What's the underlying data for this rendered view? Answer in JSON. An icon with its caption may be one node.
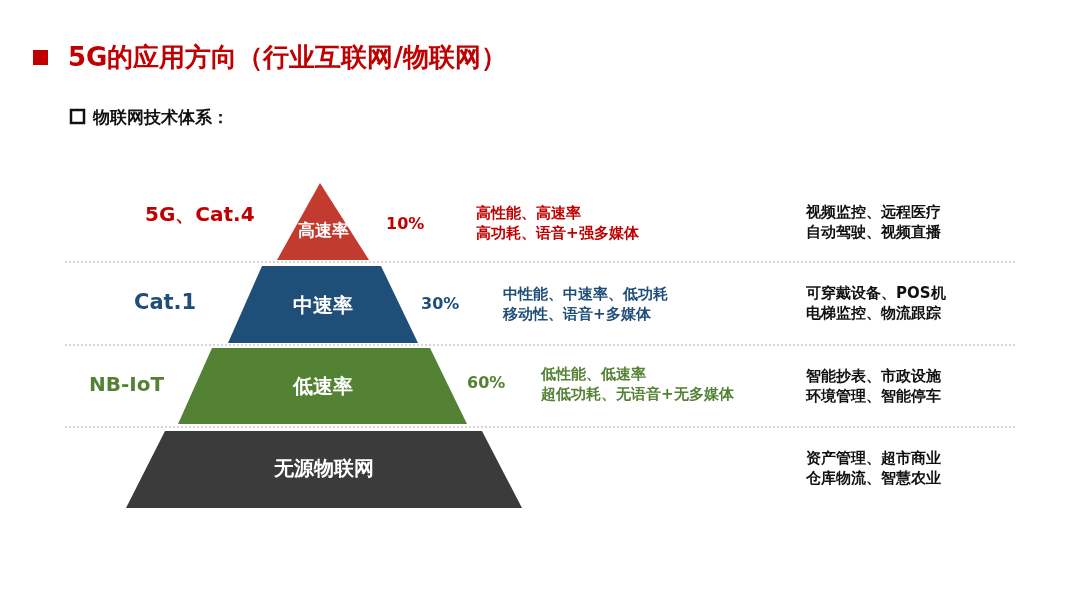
{
  "diagram": {
    "title": "5G的应用方向（行业互联网/物联网）",
    "nodes": [
      {
        "text": [
          "高速率"
        ]
      },
      {
        "text": [
          "中速率"
        ]
      },
      {
        "text": [
          "低速率"
        ]
      },
      {
        "text": [
          "无源物联网"
        ]
      }
    ],
    "labels": [
      "物联网技术体系：",
      "5G、Cat.4",
      "10%",
      "高性能、高速率高功耗、语音+强多媒体",
      "视频监控、远程医疗自动驾驶、视频直播",
      "Cat.1",
      "30%",
      "中性能、中速率、低功耗移动性、语音+多媒体",
      "可穿戴设备、POS机电梯监控、物流跟踪",
      "NB-IoT",
      "60%",
      "低性能、低速率超低功耗、无语音+无多媒体",
      "智能抄表、市政设施环境管理、智能停车",
      "资产管理、超市商业仓库物流、智慧农业"
    ]
  }
}
